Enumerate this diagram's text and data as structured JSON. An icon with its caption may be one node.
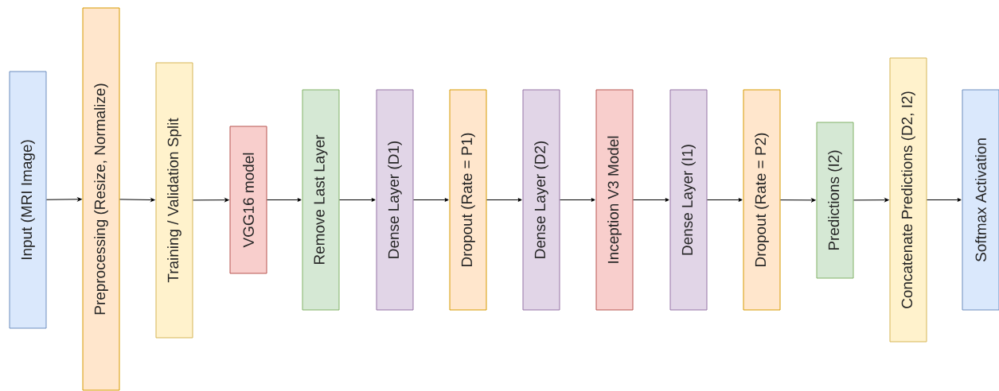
{
  "diagram": {
    "nodes": [
      {
        "text": [
          "Input (MRI Image)"
        ]
      },
      {
        "text": [
          "Preprocessing (Resize, Normalize)"
        ]
      },
      {
        "text": [
          "Training / Validation Split"
        ]
      },
      {
        "text": [
          "VGG16 model"
        ]
      },
      {
        "text": [
          "Remove Last Layer"
        ]
      },
      {
        "text": [
          "Dense Layer (D1)"
        ]
      },
      {
        "text": [
          "Dropout (Rate = P1)"
        ]
      },
      {
        "text": [
          "Dense Layer (D2)"
        ]
      },
      {
        "text": [
          "Inception V3 Model"
        ]
      },
      {
        "text": [
          "Dense Layer (I1)"
        ]
      },
      {
        "text": [
          "Dropout (Rate = P2)"
        ]
      },
      {
        "text": [
          "Predictions (I2)"
        ]
      },
      {
        "text": [
          "Concatenate Predictions (D2, I2)"
        ]
      },
      {
        "text": [
          "Softmax Activation"
        ]
      }
    ],
    "edges": [
      {
        "from": 0,
        "to": 1,
        "arrow": "to"
      },
      {
        "from": 1,
        "to": 2,
        "arrow": "to"
      },
      {
        "from": 2,
        "to": 3,
        "arrow": "to"
      },
      {
        "from": 3,
        "to": 4,
        "arrow": "to"
      },
      {
        "from": 4,
        "to": 5,
        "arrow": "to"
      },
      {
        "from": 5,
        "to": 6,
        "arrow": "to"
      },
      {
        "from": 6,
        "to": 7,
        "arrow": "to"
      },
      {
        "from": 7,
        "to": 8,
        "arrow": "to"
      },
      {
        "from": 8,
        "to": 9,
        "arrow": "to"
      },
      {
        "from": 9,
        "to": 10,
        "arrow": "to"
      },
      {
        "from": 10,
        "to": 11,
        "arrow": "to"
      },
      {
        "from": 11,
        "to": 12,
        "arrow": "to"
      },
      {
        "from": 12,
        "to": 13,
        "arrow": "to"
      }
    ]
  }
}
